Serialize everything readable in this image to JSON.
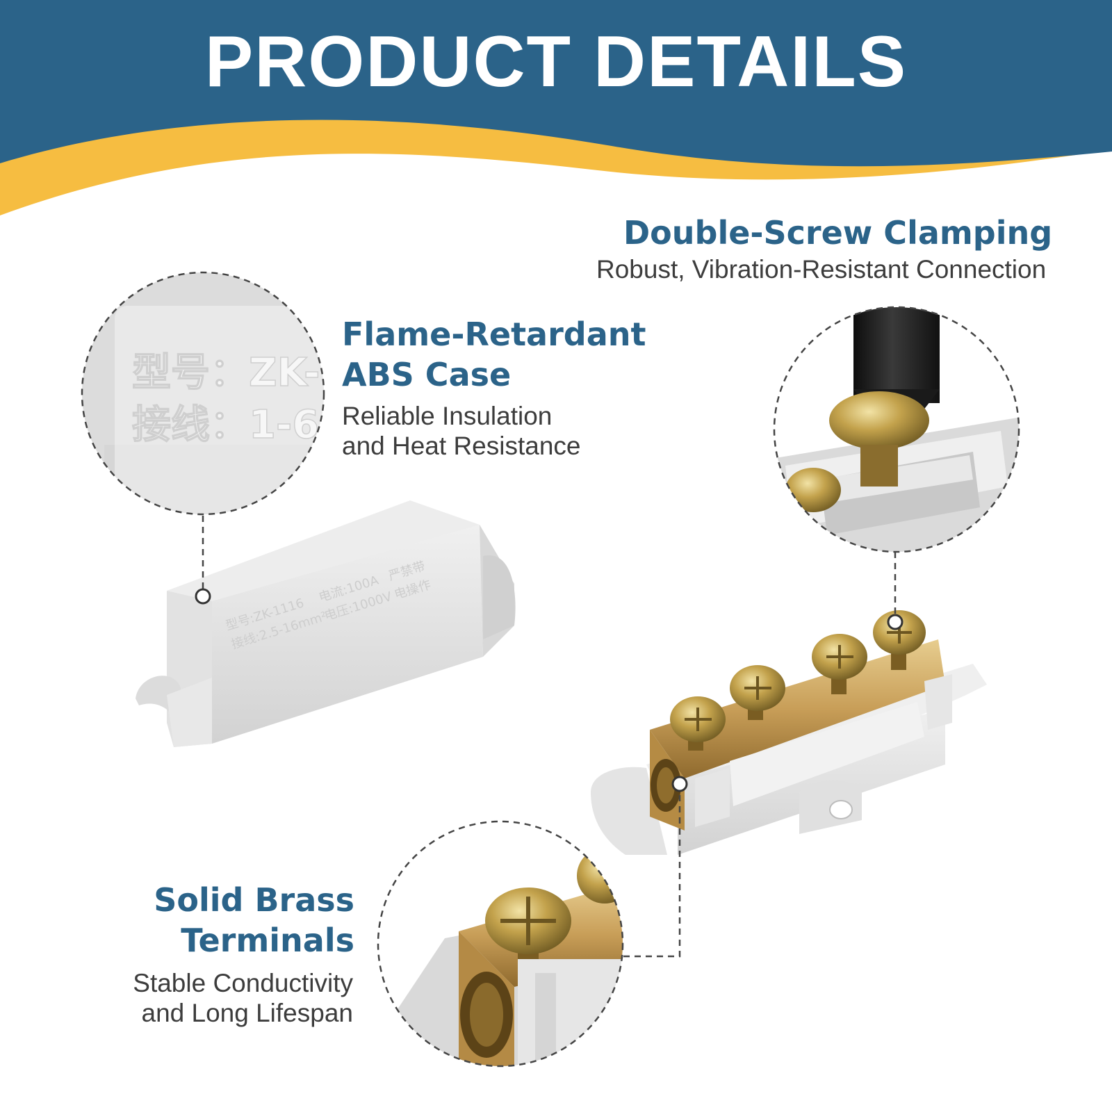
{
  "header": {
    "title": "PRODUCT DETAILS"
  },
  "features": {
    "double_screw": {
      "heading": "Double-Screw Clamping",
      "subtitle": "Robust, Vibration-Resistant Connection"
    },
    "flame_retardant": {
      "heading_line1": "Flame-Retardant",
      "heading_line2": "ABS Case",
      "subtitle_line1": "Reliable Insulation",
      "subtitle_line2": "and Heat Resistance"
    },
    "brass_terminals": {
      "heading_line1": "Solid Brass",
      "heading_line2": "Terminals",
      "subtitle_line1": "Stable Conductivity",
      "subtitle_line2": "and Long Lifespan"
    }
  },
  "cover_embossing": {
    "zoom_line1": "型号：ZK-",
    "zoom_line2": "接线：1-6",
    "cover_model": "型号:ZK-1116",
    "cover_wire": "接线:2.5-16mm²",
    "cover_current": "电流:100A",
    "cover_voltage": "电压:1000V",
    "cover_warning1": "严禁带",
    "cover_warning2": "电操作"
  },
  "colors": {
    "banner_blue": "#2b6389",
    "accent_yellow": "#f6bd41",
    "heading_blue": "#2b6389",
    "body_text": "#3c3c3c",
    "plastic_grey": "#e4e4e4",
    "brass": "#c8a262"
  }
}
